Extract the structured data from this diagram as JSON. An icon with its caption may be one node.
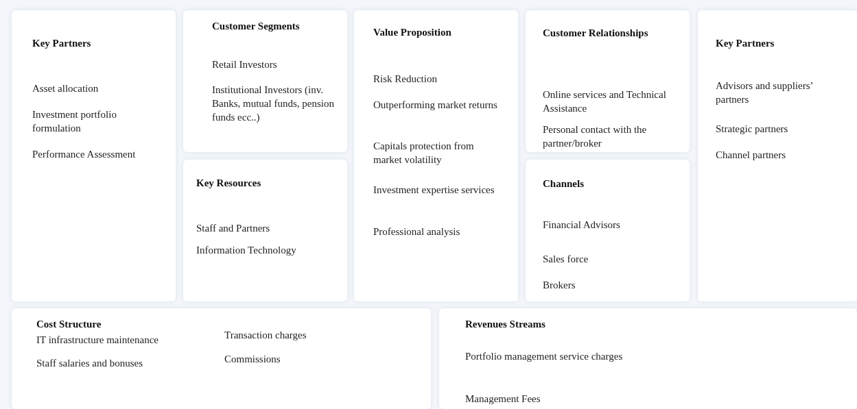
{
  "diagram": {
    "nodes": [
      {
        "text": [
          "Key Partners",
          "Asset allocation",
          "Investment portfolio formulation",
          "Performance Assessment"
        ]
      },
      {
        "text": [
          "Customer Segments",
          "Retail Investors",
          "Institutional Investors (inv. Banks, mutual funds, pension funds ecc..)"
        ]
      },
      {
        "text": [
          "Key Resources",
          "Staff and Partners",
          "Information Technology"
        ]
      },
      {
        "text": [
          "Value Proposition",
          "Risk Reduction",
          "Outperforming market returns",
          "Capitals protection from market volatility",
          "Investment expertise services",
          "Professional analysis"
        ]
      },
      {
        "text": [
          "Customer Relationships",
          "Online services and Technical Assistance",
          "Personal contact with the partner/broker"
        ]
      },
      {
        "text": [
          "Channels",
          "Financial Advisors",
          "Sales force",
          "Brokers"
        ]
      },
      {
        "text": [
          "Key Partners",
          "Advisors and suppliers’ partners",
          "Strategic partners",
          "Channel partners"
        ]
      },
      {
        "text": [
          "Cost Structure",
          "IT infrastructure maintenance",
          "Staff salaries and bonuses",
          "Transaction charges",
          "Commissions"
        ]
      },
      {
        "text": [
          "Revenues Streams",
          "Portfolio management service charges",
          "Management Fees"
        ]
      }
    ],
    "edges": []
  }
}
